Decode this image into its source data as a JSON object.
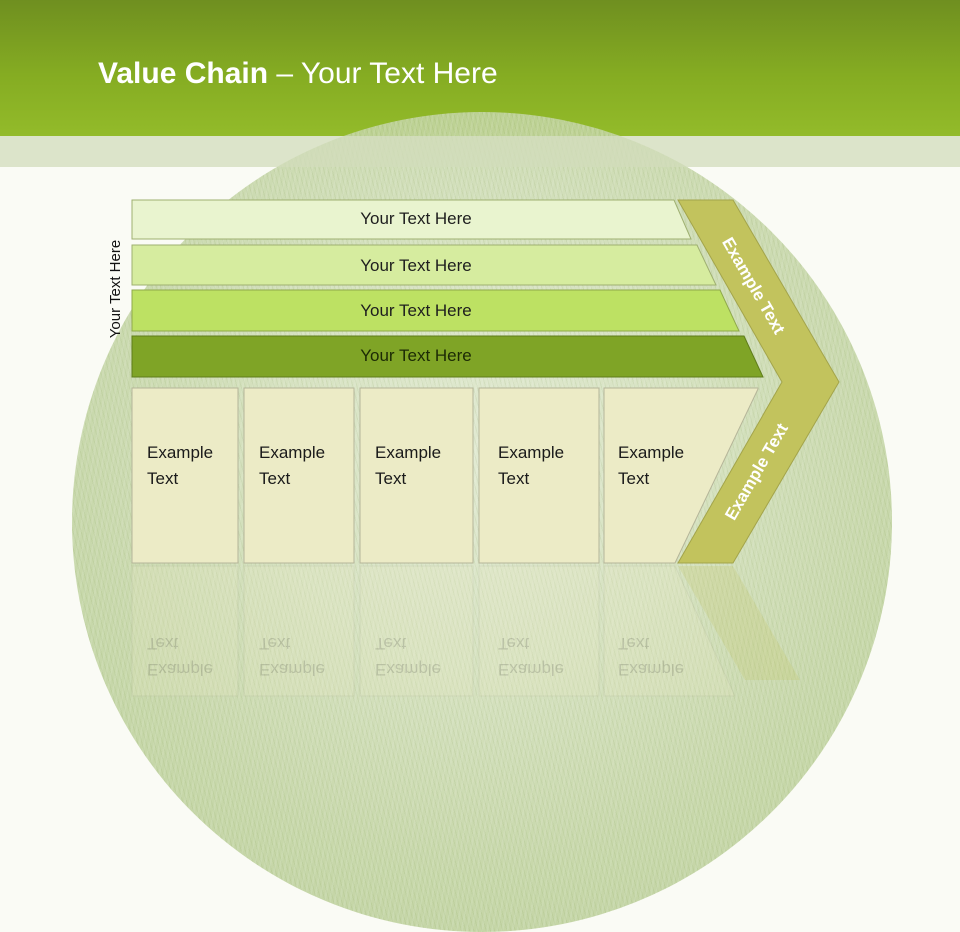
{
  "header": {
    "title_bold": "Value Chain",
    "title_rest": " – Your Text Here"
  },
  "side_label": "Your Text Here",
  "bars": [
    {
      "label": "Your Text Here",
      "fill": "#e9f4cf"
    },
    {
      "label": "Your Text Here",
      "fill": "#d6ec9f"
    },
    {
      "label": "Your Text Here",
      "fill": "#bde163"
    },
    {
      "label": "Your Text Here",
      "fill": "#7fa426"
    }
  ],
  "boxes": [
    {
      "line1": "Example",
      "line2": "Text"
    },
    {
      "line1": "Example",
      "line2": "Text"
    },
    {
      "line1": "Example",
      "line2": "Text"
    },
    {
      "line1": "Example",
      "line2": "Text"
    },
    {
      "line1": "Example",
      "line2": "Text"
    }
  ],
  "chevron": {
    "upper_text": "Example Text",
    "lower_text": "Example Text",
    "fill": "#c2c35d"
  },
  "colors": {
    "header": "#85ac22",
    "box_fill": "#ecebc6",
    "box_stroke": "#b5b599"
  }
}
